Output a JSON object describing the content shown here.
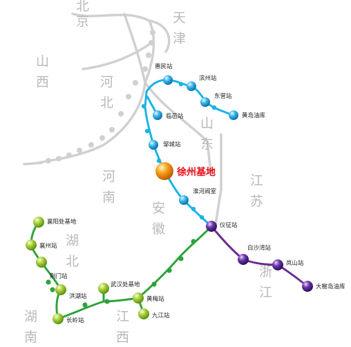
{
  "colors": {
    "province_text": "#b9b9b9",
    "background_lines": "#d0d0d0",
    "blue_line": "#19b3e6",
    "green_line": "#2da33a",
    "purple_line": "#6a2c91",
    "hub_orange": "#f39c12",
    "hub_text": "#e8101a"
  },
  "provinces": {
    "beijing": "北京",
    "tianjin": "天津",
    "shanxi": "山西",
    "hebei": "河北",
    "shandong": "山东",
    "henan": "河南",
    "anhui": "安徽",
    "jiangsu": "江苏",
    "hubei_left": "湖北",
    "hubei_bottom": "湖南",
    "jiangxi": "江西",
    "zhejiang": "浙江"
  },
  "hub": {
    "label": "徐州基地"
  },
  "stations": {
    "huimin": "惠民站",
    "binzhou": "滨州站",
    "dongying": "东营站",
    "huangdao": "黄岛油库",
    "linyi": "临邑站",
    "zoucheng": "邹城站",
    "huaihe": "淮河阀室",
    "yizheng": "仪征站",
    "baishawan": "白沙湾站",
    "langshan": "岚山站",
    "dashudao": "大榭岛油库",
    "xiangyang": "襄阳处基地",
    "xiangzhou": "襄州站",
    "jingmen": "荆门站",
    "honghu": "洪湖站",
    "changling": "长岭站",
    "wuhan": "武汉处基地",
    "huangmei": "黄梅站",
    "jiujiang": "九江站"
  }
}
